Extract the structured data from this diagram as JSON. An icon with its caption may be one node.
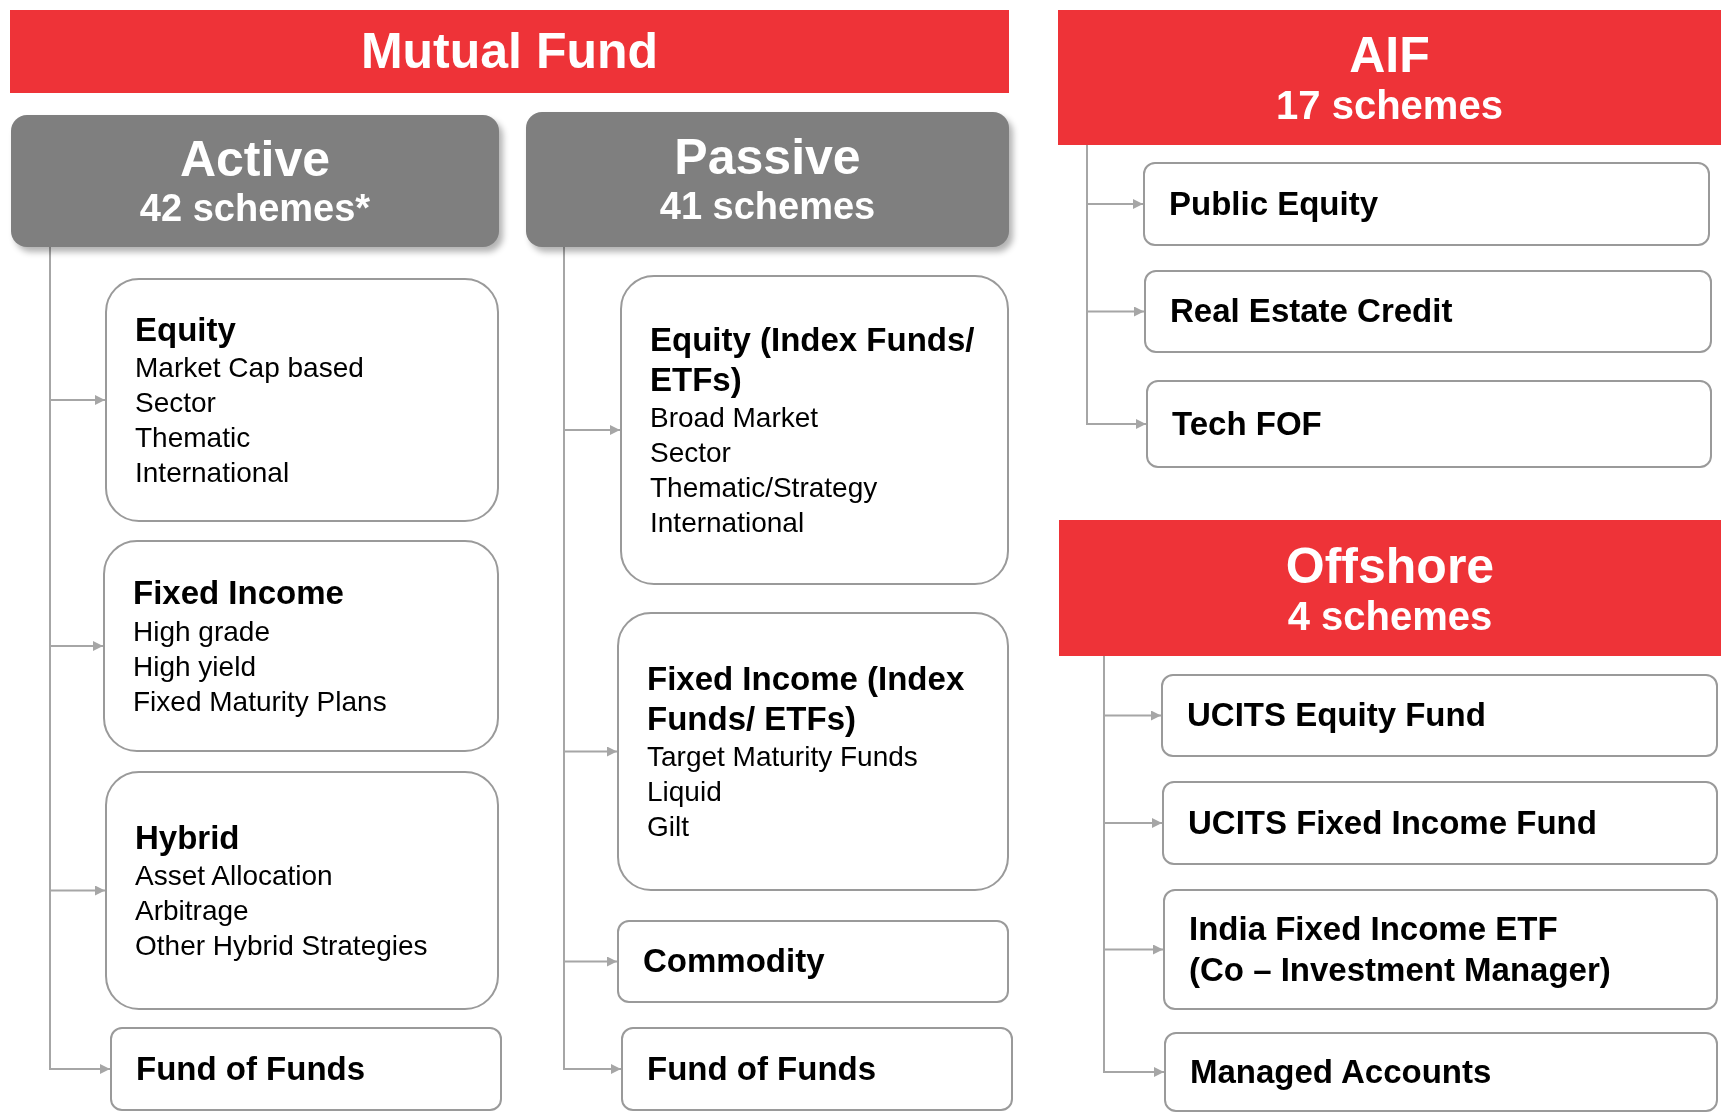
{
  "diagram": {
    "nodes": [
      {
        "text": [
          "Mutual Fund"
        ]
      },
      {
        "text": [
          "Active",
          "42 schemes*"
        ]
      },
      {
        "text": [
          "Passive",
          "41 schemes"
        ]
      },
      {
        "text": [
          "Equity",
          "Market Cap based",
          "Sector",
          "Thematic",
          "International"
        ]
      },
      {
        "text": [
          "Fixed Income",
          "High grade",
          "High yield",
          "Fixed Maturity Plans"
        ]
      },
      {
        "text": [
          "Hybrid",
          "Asset Allocation",
          "Arbitrage",
          "Other Hybrid Strategies"
        ]
      },
      {
        "text": [
          "Fund of Funds"
        ]
      },
      {
        "text": [
          "Equity (Index Funds/ ETFs)",
          "Broad Market",
          "Sector",
          "Thematic/Strategy",
          "International"
        ]
      },
      {
        "text": [
          "Fixed Income (Index Funds/ ETFs)",
          "Target Maturity Funds",
          "Liquid",
          "Gilt"
        ]
      },
      {
        "text": [
          "Commodity"
        ]
      },
      {
        "text": [
          "Fund of Funds"
        ]
      },
      {
        "text": [
          "AIF",
          "17 schemes"
        ]
      },
      {
        "text": [
          "Public Equity"
        ]
      },
      {
        "text": [
          "Real Estate Credit"
        ]
      },
      {
        "text": [
          "Tech FOF"
        ]
      },
      {
        "text": [
          "Offshore",
          "4 schemes"
        ]
      },
      {
        "text": [
          "UCITS Equity Fund"
        ]
      },
      {
        "text": [
          "UCITS Fixed Income Fund"
        ]
      },
      {
        "text": [
          "India Fixed Income ETF",
          "(Co – Investment Manager)"
        ]
      },
      {
        "text": [
          "Managed Accounts"
        ]
      }
    ],
    "edges": [
      {
        "from": 1,
        "to": 3,
        "arrow": "to"
      },
      {
        "from": 1,
        "to": 4,
        "arrow": "to"
      },
      {
        "from": 1,
        "to": 5,
        "arrow": "to"
      },
      {
        "from": 1,
        "to": 6,
        "arrow": "to"
      },
      {
        "from": 2,
        "to": 7,
        "arrow": "to"
      },
      {
        "from": 2,
        "to": 8,
        "arrow": "to"
      },
      {
        "from": 2,
        "to": 9,
        "arrow": "to"
      },
      {
        "from": 2,
        "to": 10,
        "arrow": "to"
      },
      {
        "from": 11,
        "to": 12,
        "arrow": "to"
      },
      {
        "from": 11,
        "to": 13,
        "arrow": "to"
      },
      {
        "from": 11,
        "to": 14,
        "arrow": "to"
      },
      {
        "from": 15,
        "to": 16,
        "arrow": "to"
      },
      {
        "from": 15,
        "to": 17,
        "arrow": "to"
      },
      {
        "from": 15,
        "to": 18,
        "arrow": "to"
      },
      {
        "from": 15,
        "to": 19,
        "arrow": "to"
      }
    ]
  }
}
